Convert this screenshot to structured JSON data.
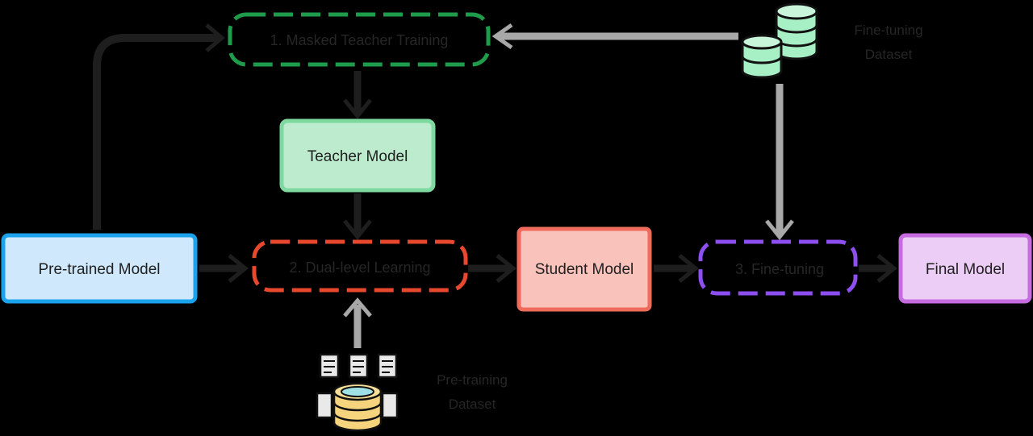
{
  "nodes": {
    "pretrained_model": "Pre-trained Model",
    "teacher_model": "Teacher Model",
    "student_model": "Student Model",
    "final_model": "Final Model"
  },
  "steps": {
    "masked_teacher_training": "1. Masked Teacher Training",
    "dual_level_learning": "2. Dual-level Learning",
    "fine_tuning": "3. Fine-tuning"
  },
  "datasets": {
    "finetuning": [
      "Fine-tuning",
      "Dataset"
    ],
    "pretraining": [
      "Pre-training",
      "Dataset"
    ]
  },
  "colors": {
    "pretrained": "#1aa3ec",
    "pretrained_fill": "#cfe8fb",
    "teacher": "#7ed9a0",
    "teacher_fill": "#bdebcd",
    "student": "#ef6b5b",
    "student_fill": "#f9c2bb",
    "final": "#c66ce0",
    "final_fill": "#ebcdf5",
    "step1": "#1f9b4c",
    "step2": "#e8492e",
    "step3": "#8e4ff0",
    "arrow_dark": "#1e1e1e",
    "arrow_light": "#aaaaaa"
  }
}
